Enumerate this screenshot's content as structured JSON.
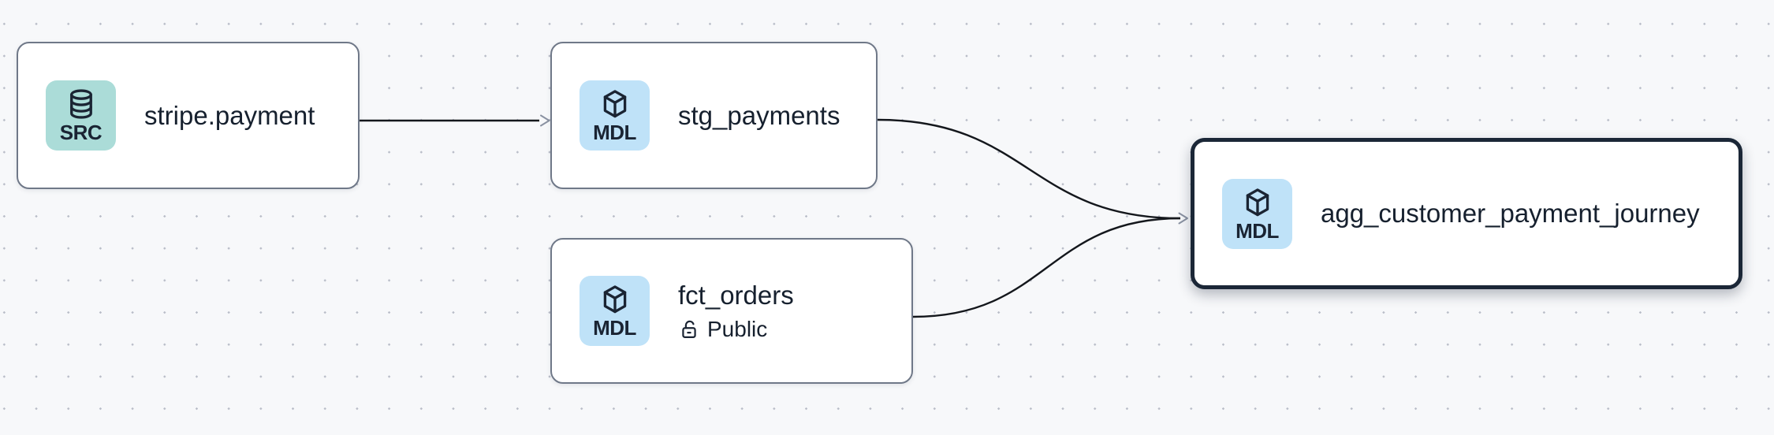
{
  "canvas": {
    "background_color": "#f7f8fa",
    "dot_color": "#b9bdc8"
  },
  "colors": {
    "node_border": "#6f7888",
    "selected_node_border": "#1b2737",
    "node_background": "#ffffff",
    "text": "#16202e",
    "source_badge_background": "#abdcd8",
    "model_badge_background": "#bfe2f8",
    "edge": "#14171c",
    "arrowhead": "#8a92a2"
  },
  "nodes": [
    {
      "label": "stripe.payment",
      "type_badge": "SRC",
      "icon": "database-icon",
      "selected": false
    },
    {
      "label": "stg_payments",
      "type_badge": "MDL",
      "icon": "cube-icon",
      "selected": false
    },
    {
      "label": "fct_orders",
      "type_badge": "MDL",
      "icon": "cube-icon",
      "access_icon": "unlock-icon",
      "access_label": "Public",
      "selected": false
    },
    {
      "label": "agg_customer_payment_journey",
      "type_badge": "MDL",
      "icon": "cube-icon",
      "selected": true
    }
  ],
  "edges": [
    {
      "from": "stripe.payment",
      "to": "stg_payments"
    },
    {
      "from": "stg_payments",
      "to": "agg_customer_payment_journey"
    },
    {
      "from": "fct_orders",
      "to": "agg_customer_payment_journey"
    }
  ]
}
